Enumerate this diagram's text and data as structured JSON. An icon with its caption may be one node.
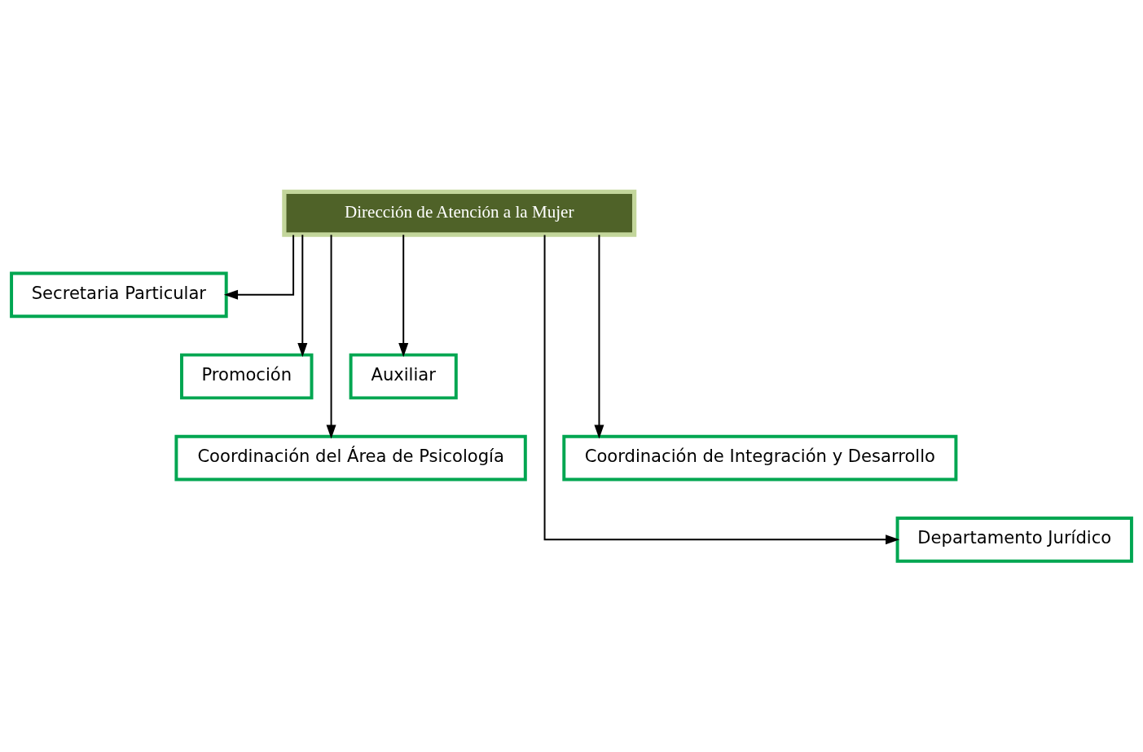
{
  "diagram": {
    "nodes": [
      {
        "text": [
          "Dirección de Atención a la Mujer"
        ]
      },
      {
        "text": [
          "Secretaria Particular"
        ]
      },
      {
        "text": [
          "Promoción"
        ]
      },
      {
        "text": [
          "Auxiliar"
        ]
      },
      {
        "text": [
          "Coordinación del Área de Psicología"
        ]
      },
      {
        "text": [
          "Coordinación de Integración y Desarrollo"
        ]
      },
      {
        "text": [
          "Departamento Jurídico"
        ]
      }
    ],
    "edges": [
      {
        "from": 0,
        "to": 1,
        "arrow": "to"
      },
      {
        "from": 0,
        "to": 2,
        "arrow": "to"
      },
      {
        "from": 0,
        "to": 3,
        "arrow": "to"
      },
      {
        "from": 0,
        "to": 4,
        "arrow": "to"
      },
      {
        "from": 0,
        "to": 5,
        "arrow": "to"
      },
      {
        "from": 0,
        "to": 6,
        "arrow": "to"
      }
    ]
  }
}
